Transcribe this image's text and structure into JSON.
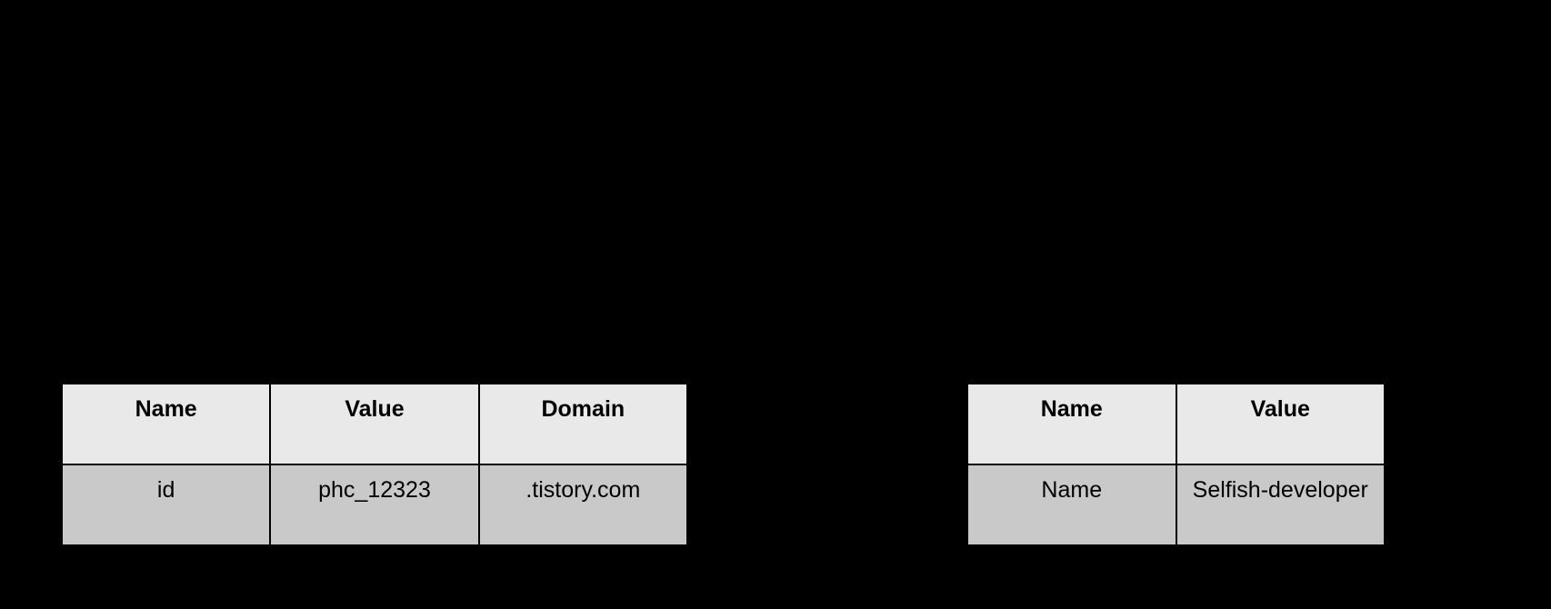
{
  "slide": {
    "background_color": "#000000",
    "table_style": {
      "header_fill": "#e9e9e9",
      "row_fill": "#c9c9c9",
      "border_color": "#000000",
      "text_color": "#000000"
    },
    "left_table": {
      "columns": [
        "Name",
        "Value",
        "Domain"
      ],
      "rows": [
        [
          "id",
          "phc_12323",
          ".tistory.com"
        ]
      ]
    },
    "right_table": {
      "columns": [
        "Name",
        "Value"
      ],
      "rows": [
        [
          "Name",
          "Selfish-developer"
        ]
      ]
    }
  }
}
